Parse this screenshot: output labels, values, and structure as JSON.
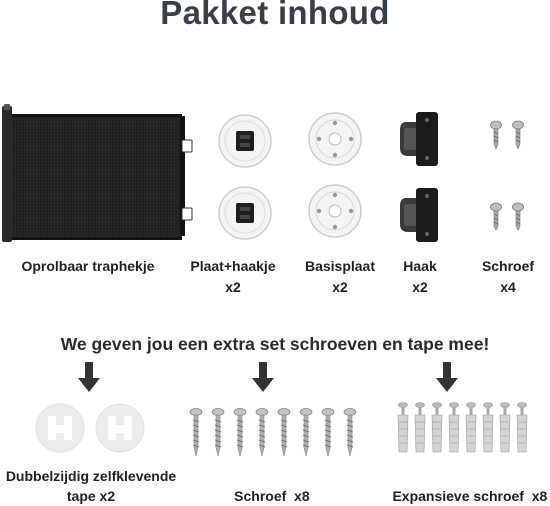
{
  "header": {
    "title": "Pakket inhoud"
  },
  "contents": [
    {
      "name": "Oprolbaar traphekje",
      "qty": ""
    },
    {
      "name": "Plaat+haakje",
      "qty": "x2"
    },
    {
      "name": "Basisplaat",
      "qty": "x2"
    },
    {
      "name": "Haak",
      "qty": "x2"
    },
    {
      "name": "Schroef",
      "qty": "x4"
    }
  ],
  "extra": {
    "note": "We geven jou een extra set schroeven en tape mee!",
    "items": [
      {
        "name": "Dubbelzijdig zelfklevende",
        "qty": "tape x2"
      },
      {
        "name": "Schroef  x8"
      },
      {
        "name": "Expansieve schroef  x8"
      }
    ]
  },
  "colors": {
    "title": "#3a3f47",
    "mesh": "#1c1c1c",
    "arrow": "#333333",
    "plate": "#f2f2f2"
  }
}
